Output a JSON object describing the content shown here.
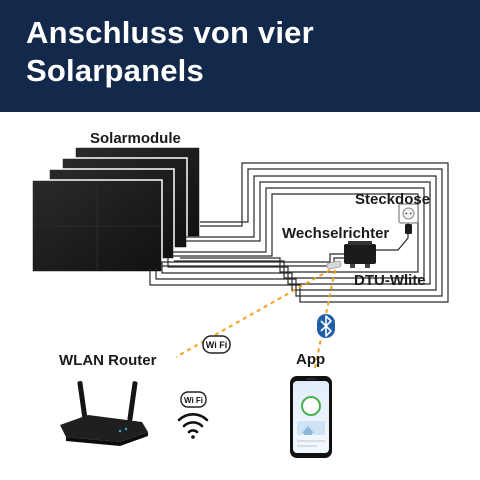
{
  "header": {
    "title_line1": "Anschluss von vier",
    "title_line2": "Solarpanels"
  },
  "labels": {
    "solar_modules": "Solarmodule",
    "socket": "Steckdose",
    "inverter": "Wechselrichter",
    "dtu": "DTU-Wlite",
    "router": "WLAN Router",
    "app": "App"
  },
  "badges": {
    "wifi_badge_text": "Wi Fi"
  },
  "colors": {
    "banner": "#13294b",
    "dashed_link": "#f2a21b",
    "bluetooth": "#1f5fa8",
    "panel": "#1c1c1c"
  },
  "icons": [
    "solar-panel",
    "inverter",
    "socket",
    "dtu-stick",
    "wifi-badge",
    "wifi-icon",
    "bluetooth-icon",
    "router",
    "smartphone"
  ]
}
